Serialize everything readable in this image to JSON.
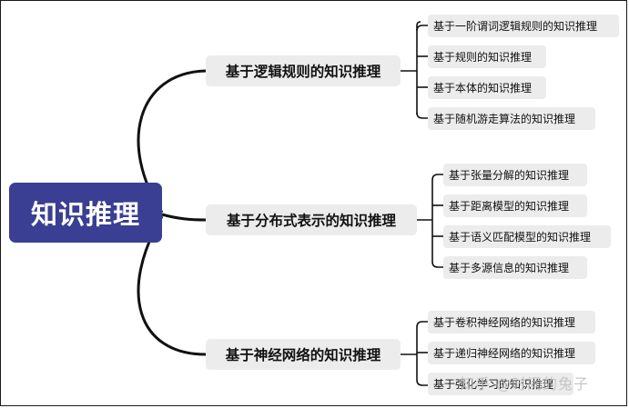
{
  "diagram": {
    "root": "知识推理",
    "branches": [
      {
        "label": "基于逻辑规则的知识推理",
        "leaves": [
          "基于一阶谓词逻辑规则的知识推理",
          "基于规则的知识推理",
          "基于本体的知识推理",
          "基于随机游走算法的知识推理"
        ]
      },
      {
        "label": "基于分布式表示的知识推理",
        "leaves": [
          "基于张量分解的知识推理",
          "基于距离模型的知识推理",
          "基于语义匹配模型的知识推理",
          "基于多源信息的知识推理"
        ]
      },
      {
        "label": "基于神经网络的知识推理",
        "leaves": [
          "基于卷积神经网络的知识推理",
          "基于递归神经网络的知识推理",
          "基于强化学习的知识推理"
        ]
      }
    ]
  },
  "watermark": "知乎 @时间的兔子",
  "colors": {
    "root_bg": "#3a3f93",
    "node_bg": "#ececec",
    "line": "#111111"
  }
}
